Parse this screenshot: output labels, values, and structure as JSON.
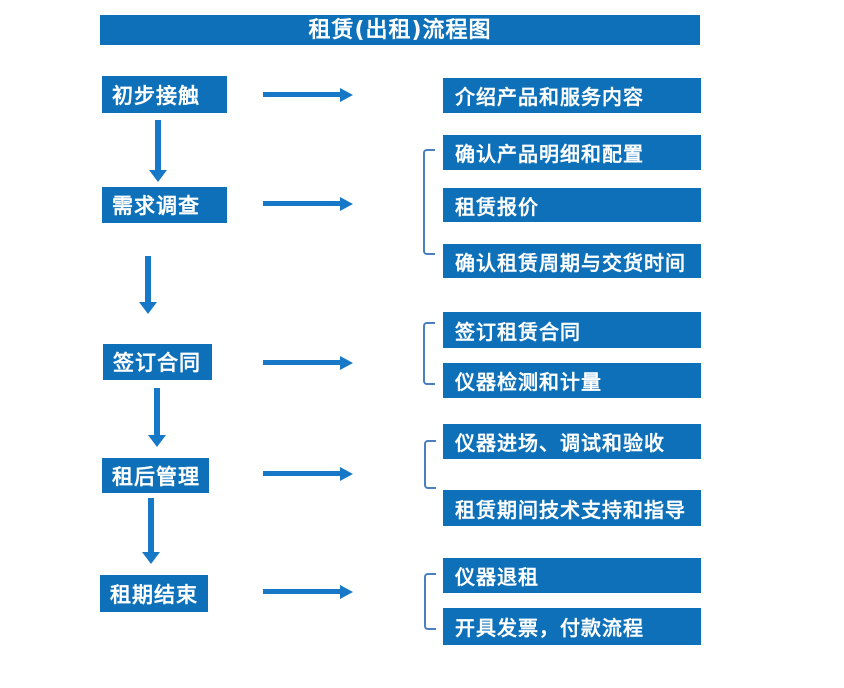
{
  "title": "租赁(出租)流程图",
  "colors": {
    "box_blue": "#0d70b9",
    "arrow_blue": "#1778c8",
    "bracket_blue": "#4a7fc1",
    "text_white": "#ffffff",
    "background": "#ffffff"
  },
  "stages": [
    {
      "label": "初步接触",
      "outputs": [
        "介绍产品和服务内容"
      ]
    },
    {
      "label": "需求调查",
      "outputs": [
        "确认产品明细和配置",
        "租赁报价",
        "确认租赁周期与交货时间"
      ]
    },
    {
      "label": "签订合同",
      "outputs": [
        "签订租赁合同",
        "仪器检测和计量"
      ]
    },
    {
      "label": "租后管理",
      "outputs": [
        "仪器进场、调试和验收",
        "租赁期间技术支持和指导"
      ]
    },
    {
      "label": "租期结束",
      "outputs": [
        "仪器退租",
        "开具发票，付款流程"
      ]
    }
  ]
}
